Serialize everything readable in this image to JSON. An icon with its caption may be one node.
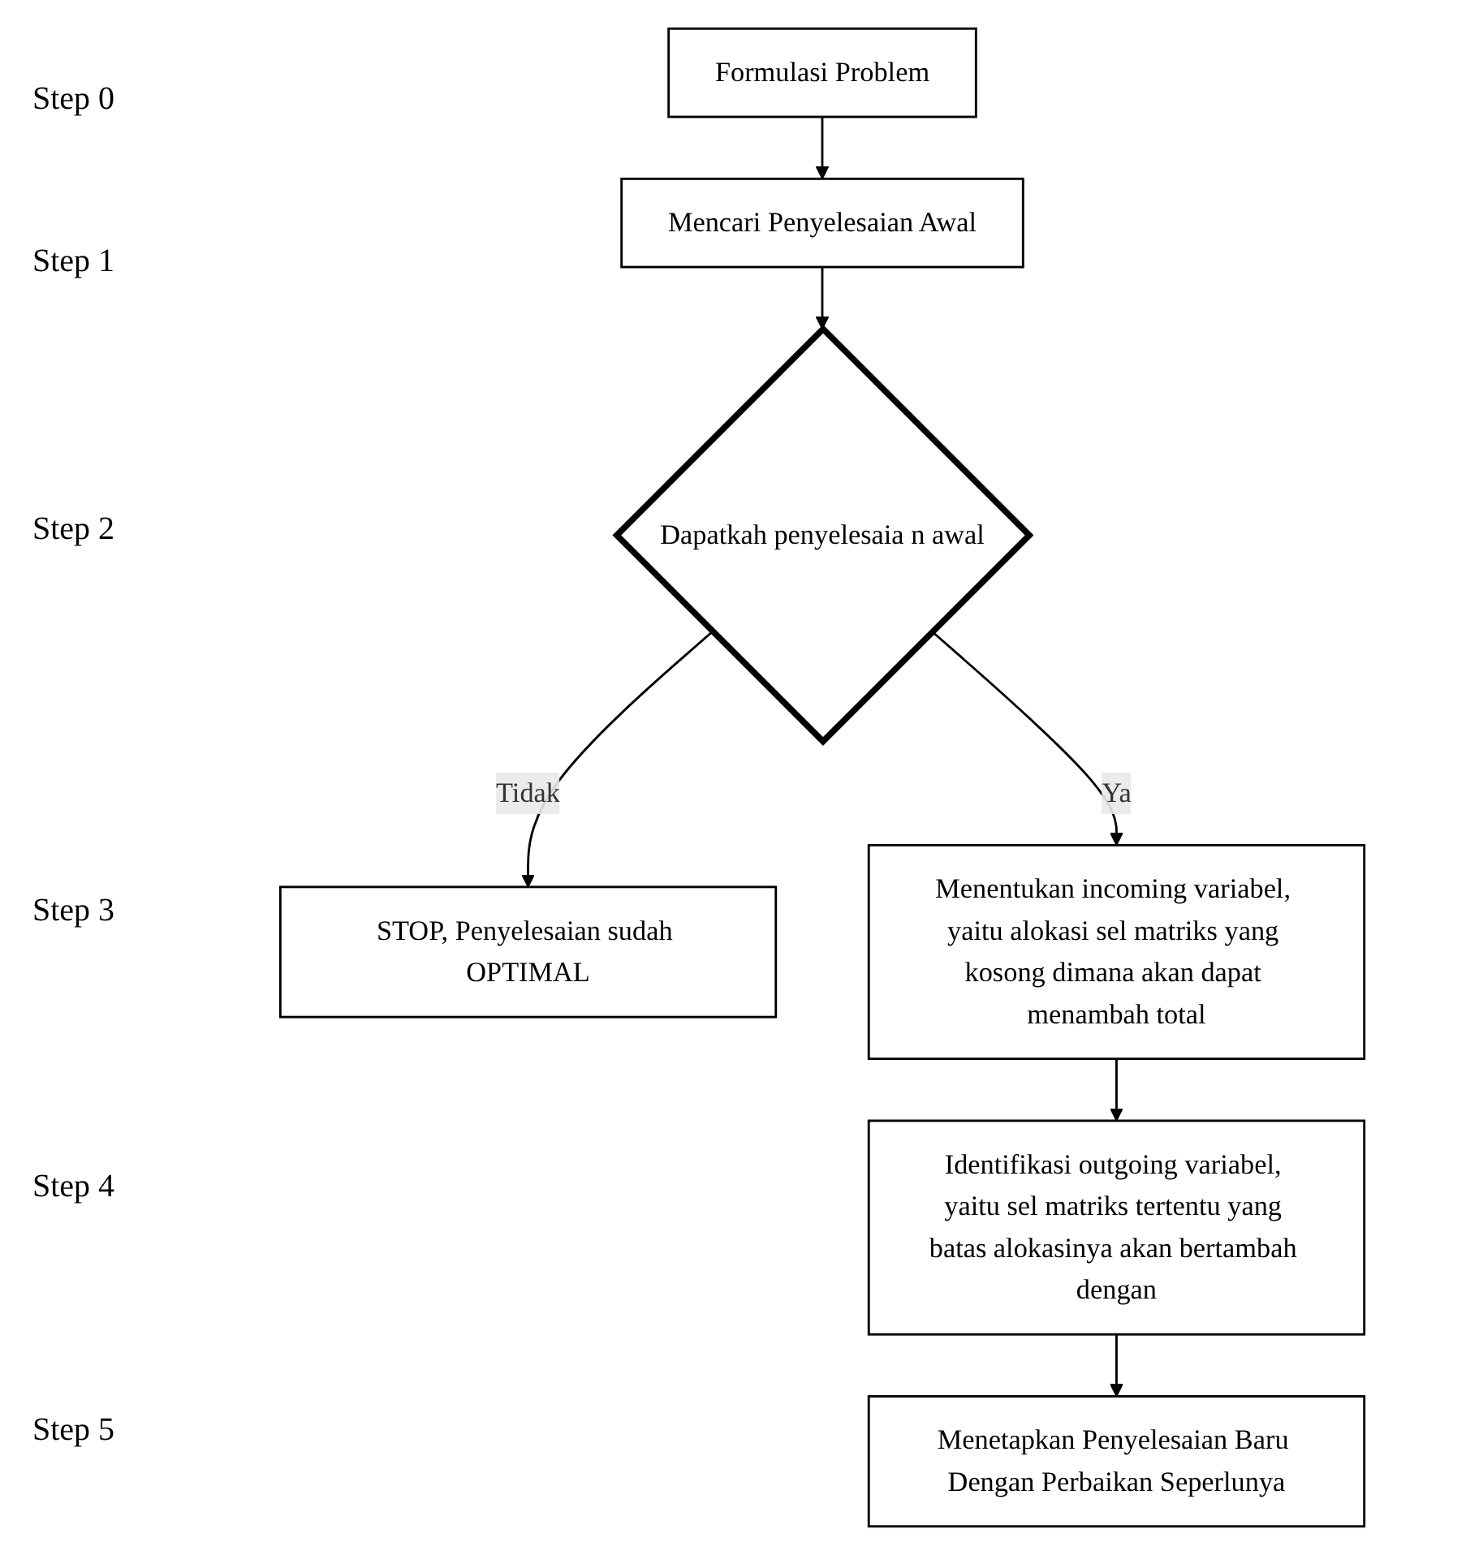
{
  "diagram": {
    "nodes": [
      {
        "text": [
          "Formulasi Problem"
        ]
      },
      {
        "text": [
          "Mencari Penyelesaian Awal"
        ]
      },
      {
        "text": [
          "Dapatkah penyelesaia n awal"
        ]
      },
      {
        "text": [
          "STOP, Penyelesaian sudah OPTIMAL"
        ]
      },
      {
        "text": [
          "Menentukan incoming variabel, yaitu alokasi sel matriks yang kosong dimana akan dapat menambah total"
        ]
      },
      {
        "text": [
          "Identifikasi outgoing variabel, yaitu sel matriks tertentu yang batas alokasinya akan bertambah dengan"
        ]
      },
      {
        "text": [
          "Menetapkan Penyelesaian Baru Dengan Perbaikan Seperlunya"
        ]
      }
    ],
    "edges": [
      {
        "from": 0,
        "to": 1,
        "arrow": "to"
      },
      {
        "from": 1,
        "to": 2,
        "arrow": "to"
      },
      {
        "from": 2,
        "to": 3,
        "arrow": "to",
        "label": "Tidak"
      },
      {
        "from": 2,
        "to": 4,
        "arrow": "to",
        "label": "Ya"
      },
      {
        "from": 4,
        "to": 5,
        "arrow": "to"
      },
      {
        "from": 5,
        "to": 6,
        "arrow": "to"
      }
    ],
    "labels": [
      "Step 0",
      "Step 1",
      "Step 2",
      "Step 3",
      "Step 4",
      "Step 5"
    ]
  }
}
